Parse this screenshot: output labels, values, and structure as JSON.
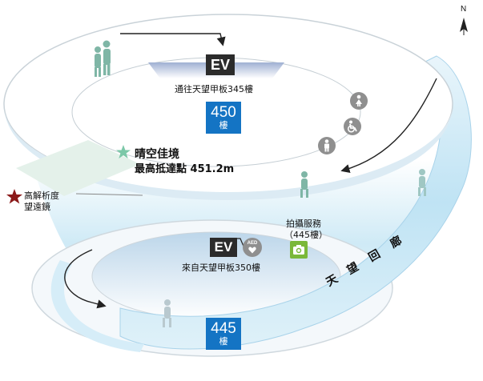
{
  "north": {
    "label": "N"
  },
  "upper": {
    "ev_label": "EV",
    "ev_caption": "通往天望甲板345樓",
    "floor_num": "450",
    "floor_unit": "樓"
  },
  "clear_sky": {
    "line1": "晴空佳境",
    "line2": "最高抵達點 451.2m"
  },
  "telescope": {
    "line1": "高解析度",
    "line2": "望遠鏡"
  },
  "lower": {
    "ev_label": "EV",
    "aed_label": "AED",
    "ev_caption": "來自天望甲板350樓",
    "floor_num": "445",
    "floor_unit": "樓"
  },
  "photo": {
    "line1": "拍攝服務",
    "line2": "（445樓）"
  },
  "corridor": {
    "chars": [
      "天",
      "望",
      "回",
      "廊"
    ]
  },
  "icons": [
    "female-restroom-icon",
    "wheelchair-icon",
    "male-restroom-icon",
    "camera-icon",
    "star-icon",
    "aed-icon",
    "north-arrow-icon"
  ],
  "colors": {
    "floor_blue": "#1474c4",
    "ev_dark": "#2b2b2b",
    "photo_green": "#7ab83a",
    "corridor_blue": "#bfe3f4",
    "star_red": "#8b1a1a",
    "star_green": "#7cc8a8"
  }
}
